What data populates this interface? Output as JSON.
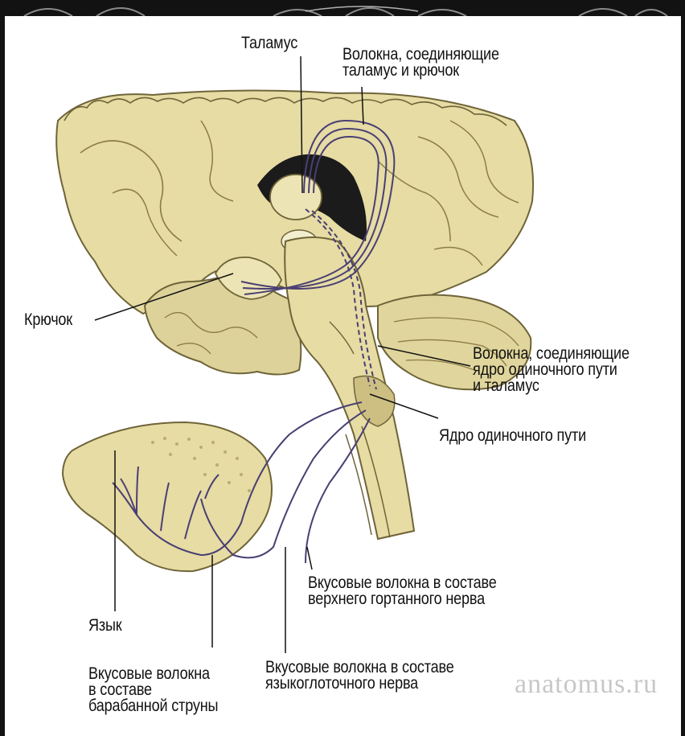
{
  "labels": {
    "thalamus": "Таламус",
    "fibers_thalamus_uncus": "Волокна, соединяющие\nталамус и крючок",
    "uncus": "Крючок",
    "fibers_nucleus_thalamus": "Волокна, соединяющие\nядро одиночного пути\nи таламус",
    "nucleus_solitary": "Ядро одиночного пути",
    "fibers_laryngeal": "Вкусовые волокна в составе\nверхнего гортанного нерва",
    "tongue": "Язык",
    "fibers_chorda": "Вкусовые волокна\nв составе\nбарабанной струны",
    "fibers_glossopharyngeal": "Вкусовые волокна в составе\nязыкоглоточного нерва"
  },
  "watermark": "anatomus.ru",
  "colors": {
    "brain_fill": "#e6dca4",
    "brain_shade": "#c9bd7c",
    "brain_outline": "#6f6438",
    "fiber": "#4a3f73",
    "frame": "#121212"
  }
}
